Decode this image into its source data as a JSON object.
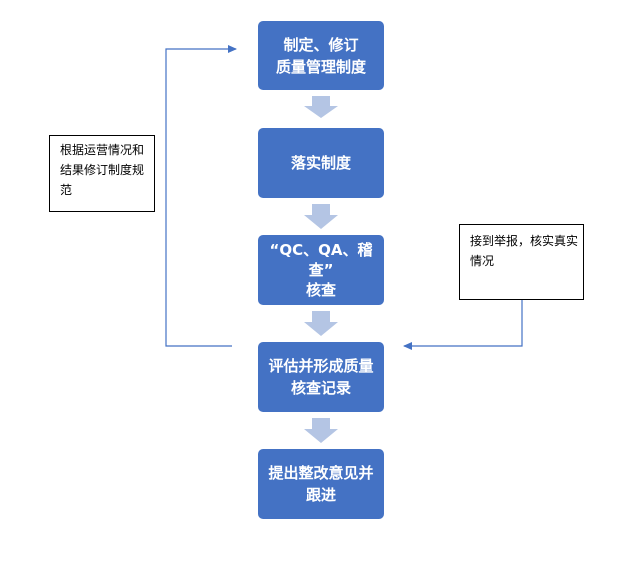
{
  "steps": [
    {
      "line1": "制定、修订",
      "line2": "质量管理制度"
    },
    {
      "line1": "落实制度",
      "line2": ""
    },
    {
      "line1": "“QC、QA、稽查”",
      "line2": "核查"
    },
    {
      "line1": "评估并形成质量",
      "line2": "核查记录"
    },
    {
      "line1": "提出整改意见并",
      "line2": "跟进"
    }
  ],
  "notes": {
    "left": {
      "line1": "根据运营情况和",
      "line2": "结果修订制度规",
      "line3": "范"
    },
    "right": {
      "line1": "接到举报，核实真实",
      "line2": "情况"
    }
  },
  "colors": {
    "box_fill": "#4472c4",
    "down_arrow": "#b4c5e4",
    "connector": "#4472c4"
  }
}
